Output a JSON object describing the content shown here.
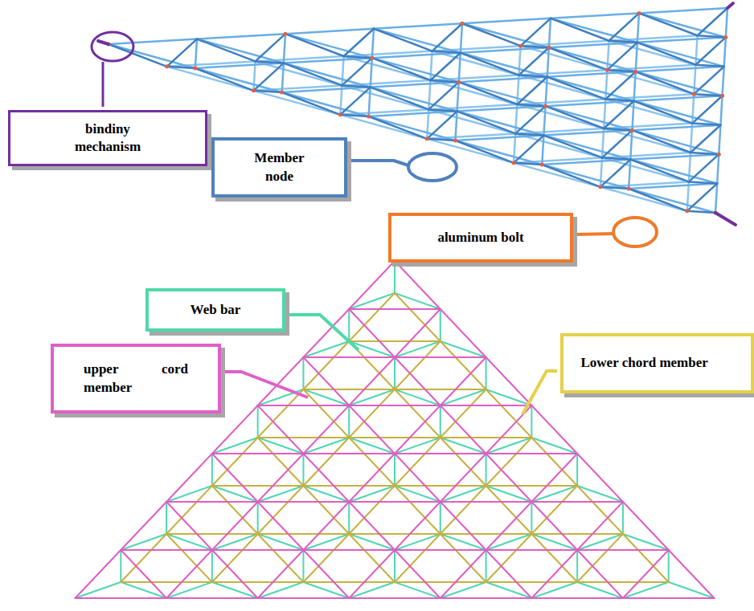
{
  "diagram": {
    "nodes": [
      {
        "text": [
          "bindiny mechanism"
        ]
      },
      {
        "text": [
          "Member node"
        ]
      },
      {
        "text": [
          "aluminum bolt"
        ]
      },
      {
        "text": [
          "Web bar"
        ]
      },
      {
        "text": [
          "upper cord member"
        ]
      },
      {
        "text": [
          "Lower chord member"
        ]
      }
    ]
  }
}
